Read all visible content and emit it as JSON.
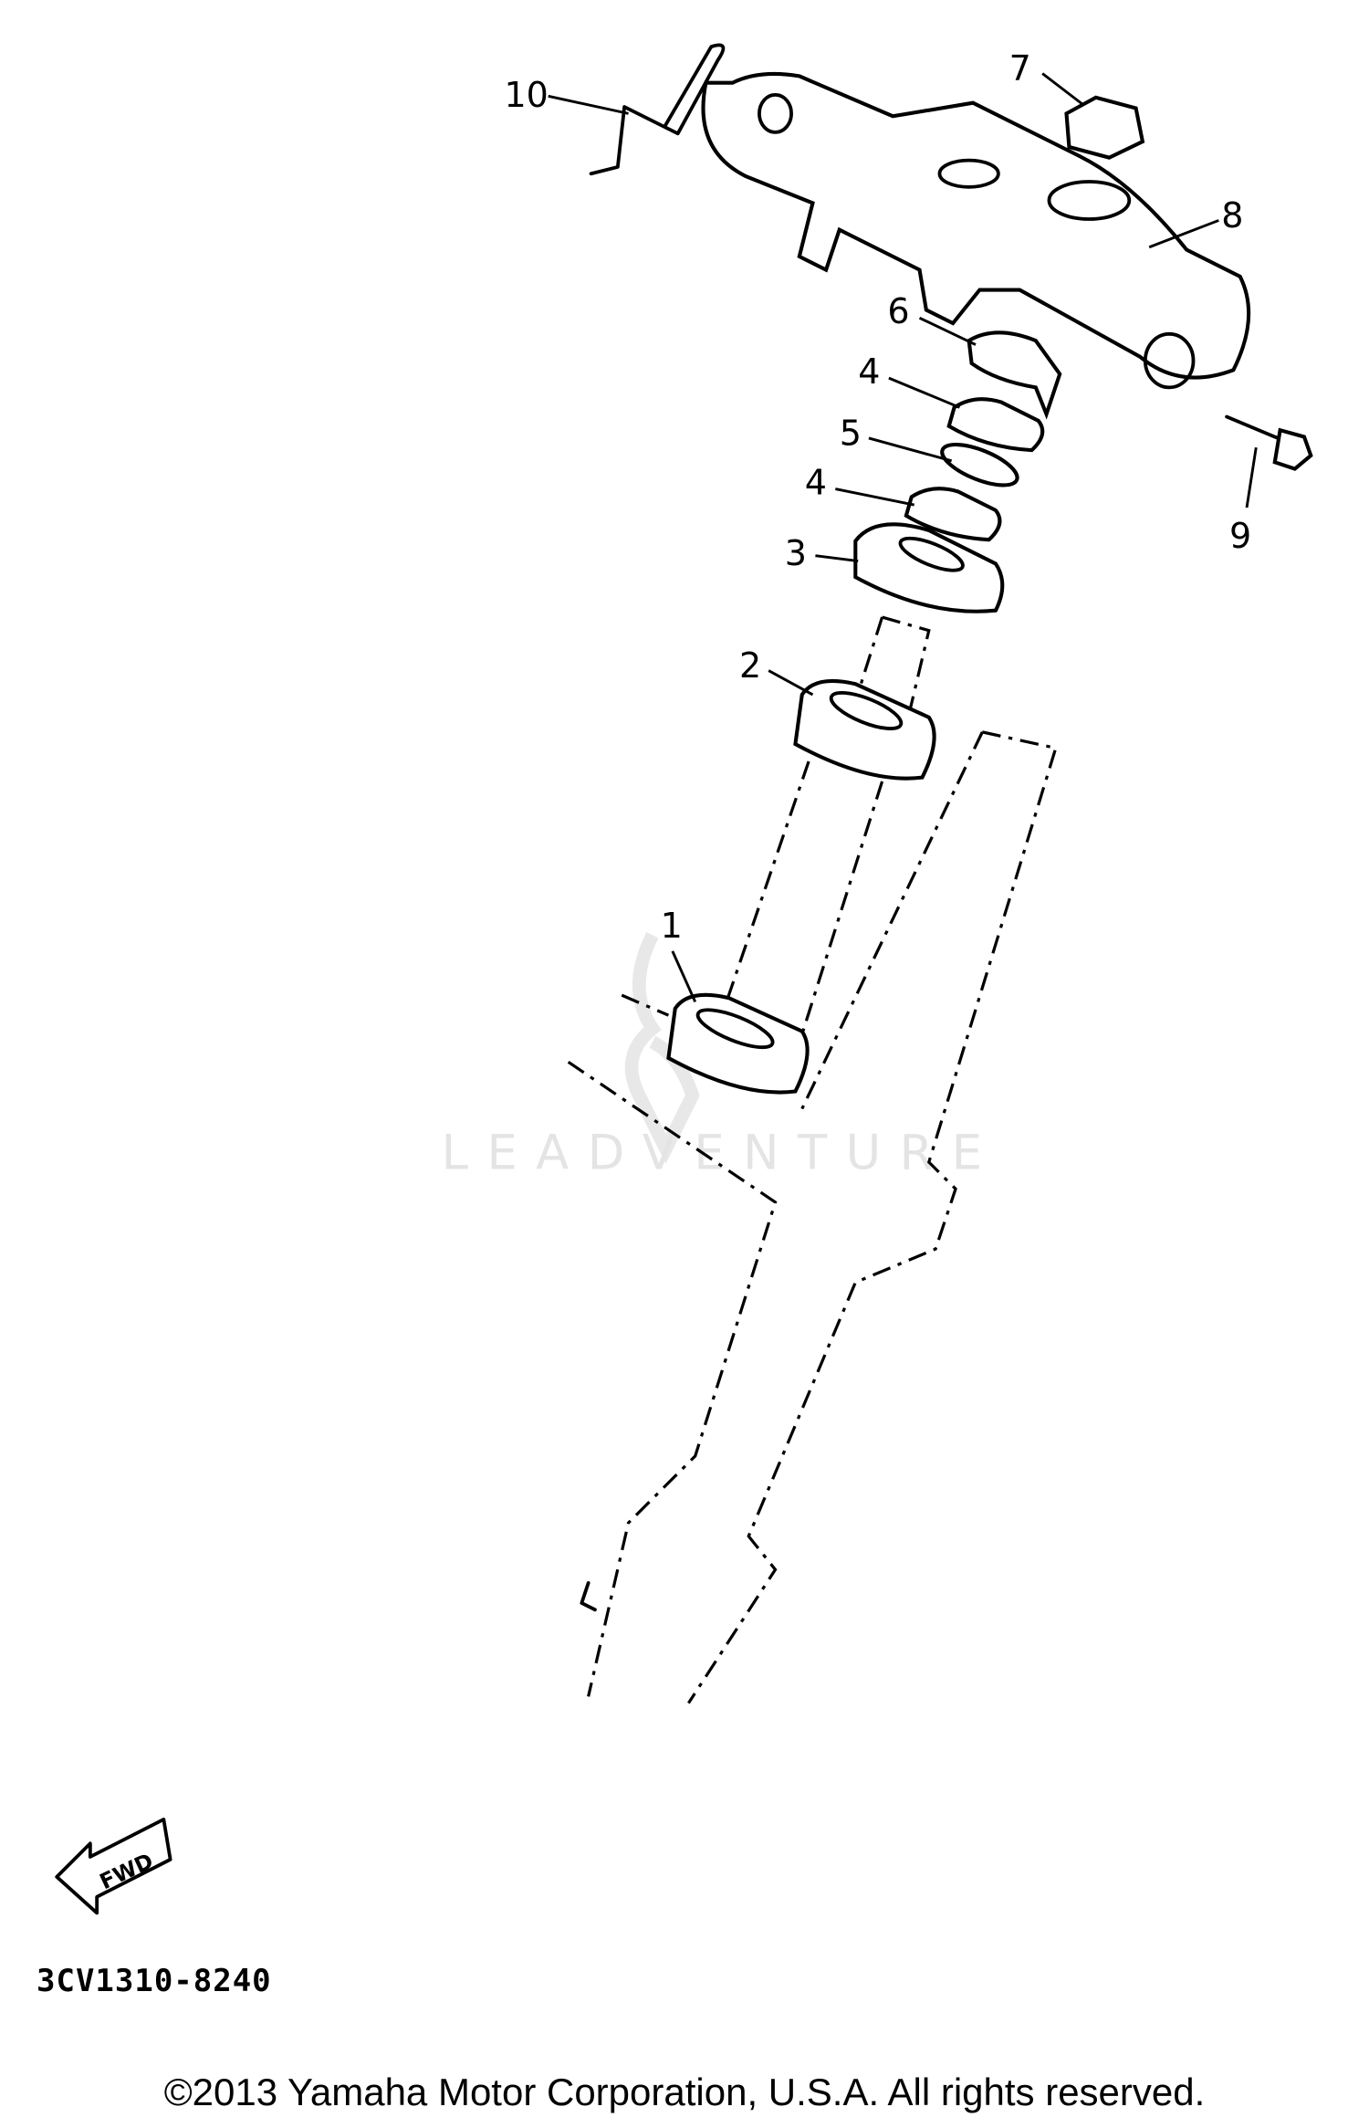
{
  "diagram": {
    "callouts": [
      {
        "id": "c10",
        "label": "10"
      },
      {
        "id": "c7",
        "label": "7"
      },
      {
        "id": "c8",
        "label": "8"
      },
      {
        "id": "c6",
        "label": "6"
      },
      {
        "id": "c4a",
        "label": "4"
      },
      {
        "id": "c5",
        "label": "5"
      },
      {
        "id": "c4b",
        "label": "4"
      },
      {
        "id": "c3",
        "label": "3"
      },
      {
        "id": "c2",
        "label": "2"
      },
      {
        "id": "c1",
        "label": "1"
      },
      {
        "id": "c9",
        "label": "9"
      }
    ],
    "fwd_label": "FWD",
    "watermark": "LEADVENTURE"
  },
  "diagram_code": "3CV1310-8240",
  "copyright": "©2013 Yamaha Motor Corporation, U.S.A. All rights reserved."
}
